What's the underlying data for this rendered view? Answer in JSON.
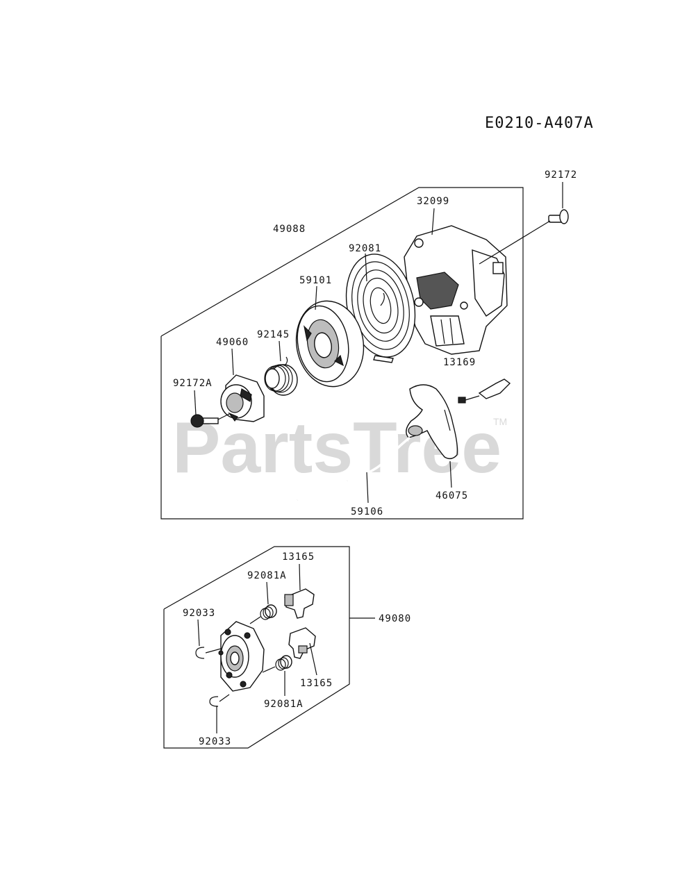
{
  "diagram_code": "E0210-A407A",
  "watermark": {
    "text": "PartsTree",
    "tm": "TM"
  },
  "parts": {
    "p92172": "92172",
    "p32099": "32099",
    "p49088": "49088",
    "p92081": "92081",
    "p59101": "59101",
    "p92145": "92145",
    "p49060": "49060",
    "p92172A": "92172A",
    "p13169": "13169",
    "p46075": "46075",
    "p59106": "59106",
    "p13165_top": "13165",
    "p92081A_top": "92081A",
    "p92033_top": "92033",
    "p49080": "49080",
    "p13165_bottom": "13165",
    "p92081A_bottom": "92081A",
    "p92033_bottom": "92033"
  }
}
